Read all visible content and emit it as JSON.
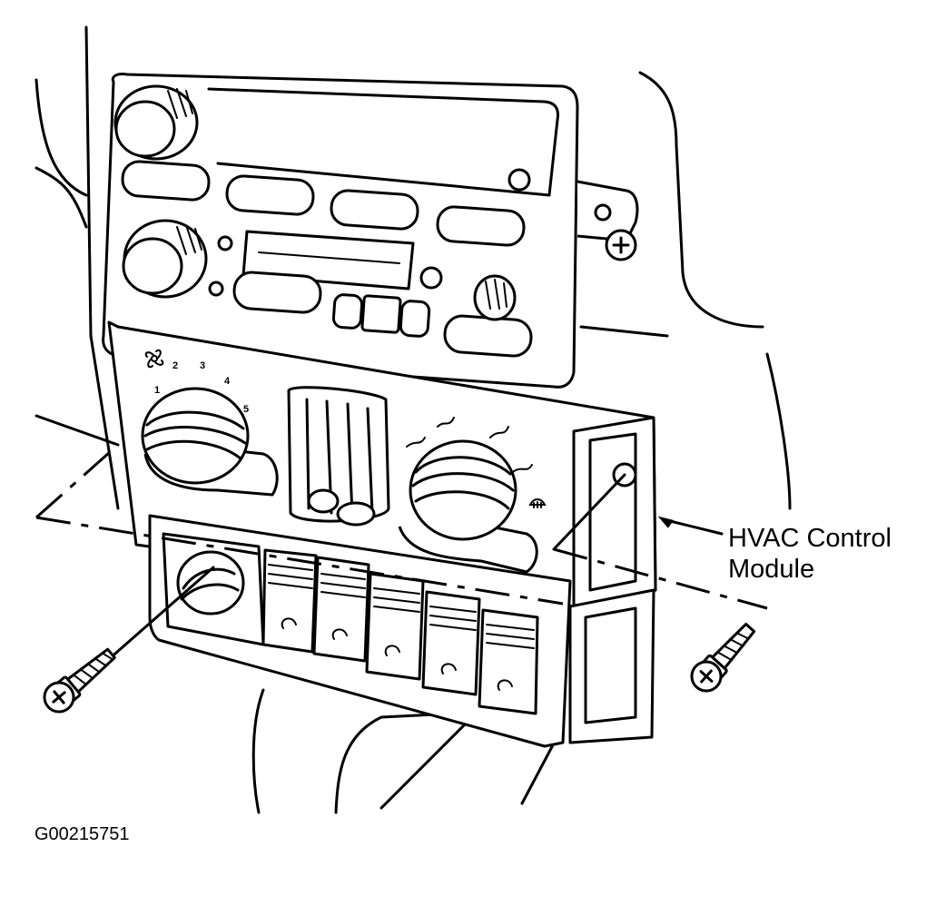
{
  "callout": {
    "label_line1": "HVAC Control",
    "label_line2": "Module"
  },
  "figure_id": "G00215751",
  "fan_speed_marks": [
    "1",
    "2",
    "3",
    "4",
    "5"
  ],
  "icons": [
    "fan-icon",
    "defrost-icon",
    "screw-icon"
  ]
}
